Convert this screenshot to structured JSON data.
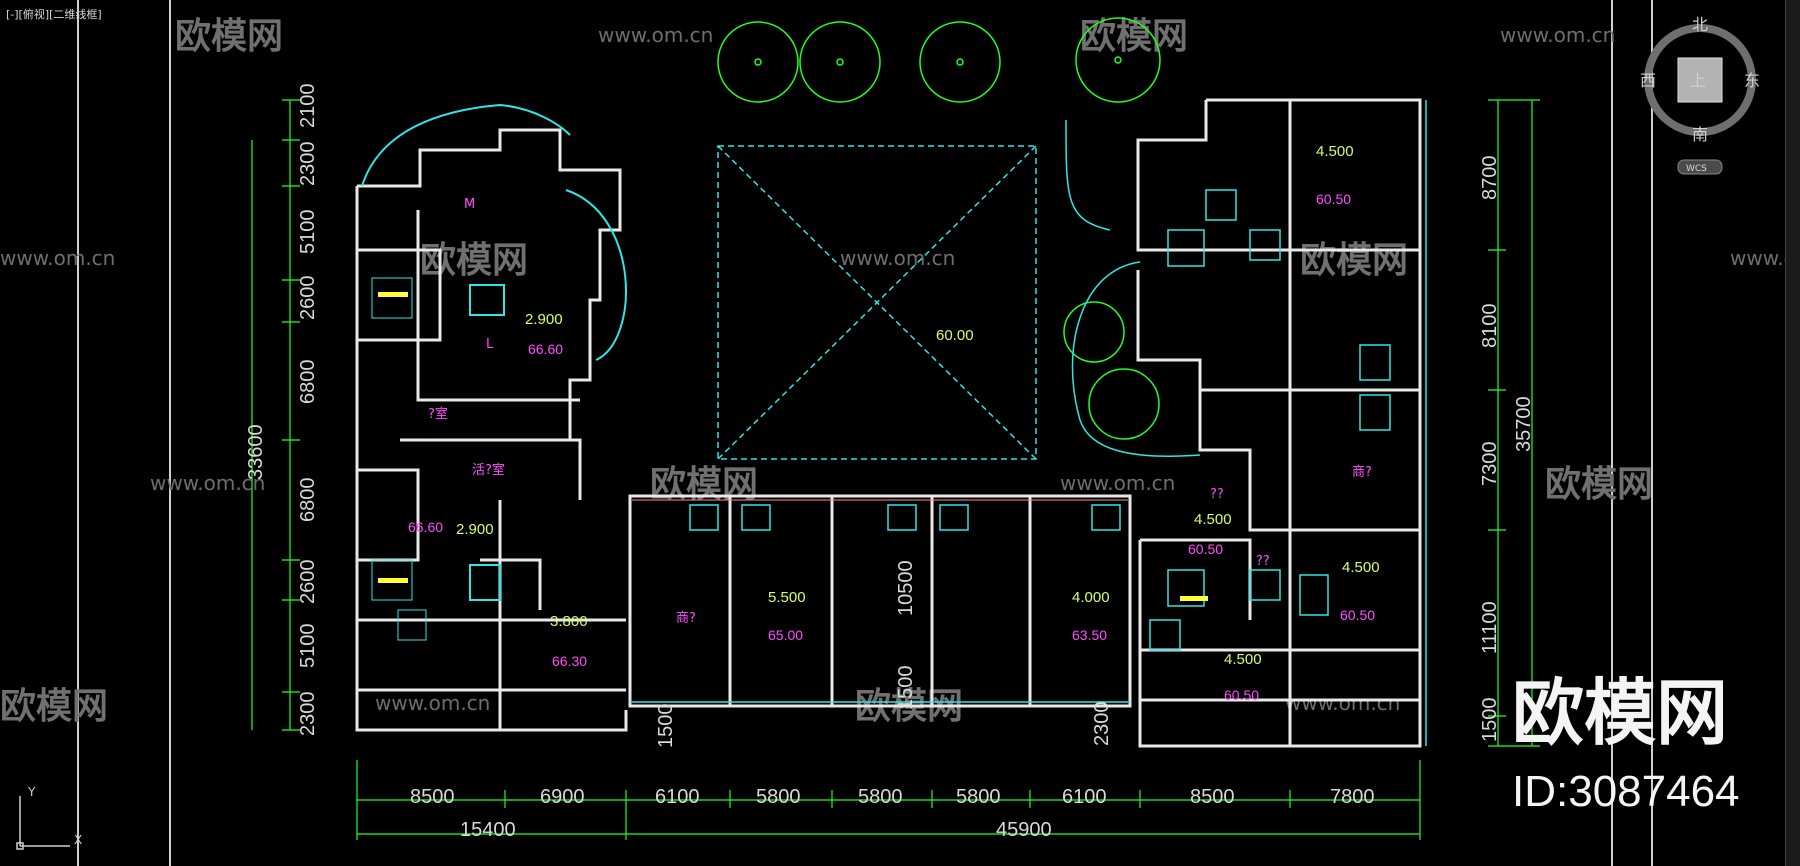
{
  "viewport_label": "[-][俯视][二维线框]",
  "watermarks": {
    "url": "www.om.cn",
    "brand": "欧模网"
  },
  "brand_overlay": {
    "name": "欧模网",
    "id": "ID:3087464"
  },
  "viewcube": {
    "north": "北",
    "south": "南",
    "east": "东",
    "west": "西",
    "top": "上",
    "wcs": "WCS"
  },
  "ucs": {
    "y": "Y",
    "x": "X"
  },
  "dimensions": {
    "left_vertical": [
      "2100",
      "2300",
      "5100",
      "2600",
      "6800",
      "6800",
      "2600",
      "5100",
      "2300"
    ],
    "left_total": "33600",
    "right_vertical": [
      "8700",
      "8100",
      "7300",
      "11100",
      "1500"
    ],
    "right_total": "35700",
    "bottom_row1": [
      "8500",
      "6900",
      "6100",
      "5800",
      "5800",
      "5800",
      "6100",
      "8500",
      "7800"
    ],
    "bottom_row2": [
      "15400",
      "45900"
    ],
    "inner": [
      "1500",
      "1500",
      "2300",
      "10500"
    ]
  },
  "labels": {
    "levels": [
      "2.900",
      "2.900",
      "3.800",
      "5.500",
      "4.000",
      "4.500",
      "4.500",
      "4.500",
      "4.500",
      "60.00"
    ],
    "areas": [
      "66.60",
      "66.60",
      "66.30",
      "65.00",
      "63.50",
      "60.50",
      "60.50",
      "60.50",
      "60.50"
    ],
    "rooms": [
      "商?",
      "商?",
      "?室",
      "活?室",
      "??",
      "??",
      "M",
      "L"
    ]
  }
}
